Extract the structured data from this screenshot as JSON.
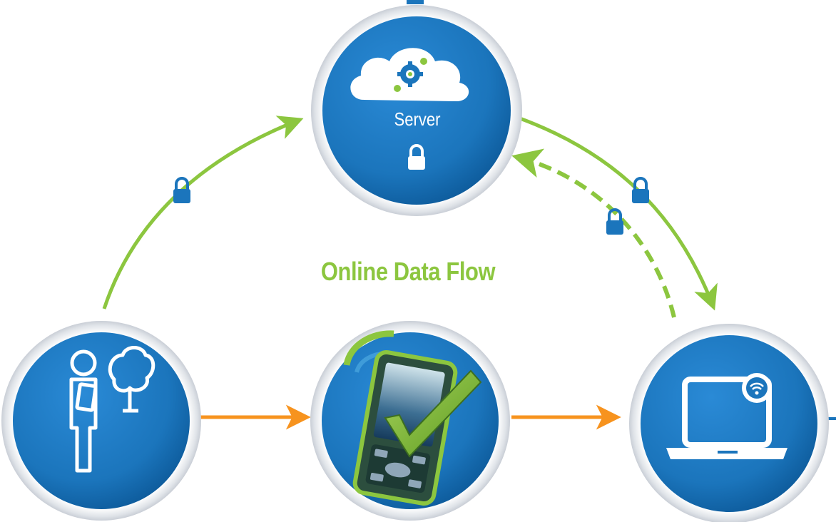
{
  "diagram": {
    "title": "Online Data Flow",
    "nodes": [
      {
        "id": "field-user",
        "icon": "person-with-tablet-and-tree-icon"
      },
      {
        "id": "mobile-device",
        "icon": "handheld-checkmark-icon"
      },
      {
        "id": "laptop",
        "icon": "laptop-wifi-icon"
      },
      {
        "id": "server",
        "label": "Server",
        "icon": "cloud-gear-icon",
        "secure_icon": "lock-icon"
      }
    ],
    "edges": [
      {
        "from": "field-user",
        "to": "mobile-device",
        "style": "solid",
        "color": "#f7931e"
      },
      {
        "from": "mobile-device",
        "to": "laptop",
        "style": "solid",
        "color": "#f7931e"
      },
      {
        "from": "field-user",
        "to": "server",
        "style": "solid",
        "color": "#8cc63f",
        "secure": true
      },
      {
        "from": "server",
        "to": "laptop",
        "style": "solid",
        "color": "#8cc63f",
        "secure": true
      },
      {
        "from": "laptop",
        "to": "server",
        "style": "dashed",
        "color": "#8cc63f",
        "secure": true
      }
    ]
  },
  "colors": {
    "node_fill": "#1b75bc",
    "node_fill_dark": "#0d5a9a",
    "ring": "#e6e9ee",
    "orange_arrow": "#f7931e",
    "green_arrow": "#8cc63f",
    "lock": "#1b75bc"
  }
}
